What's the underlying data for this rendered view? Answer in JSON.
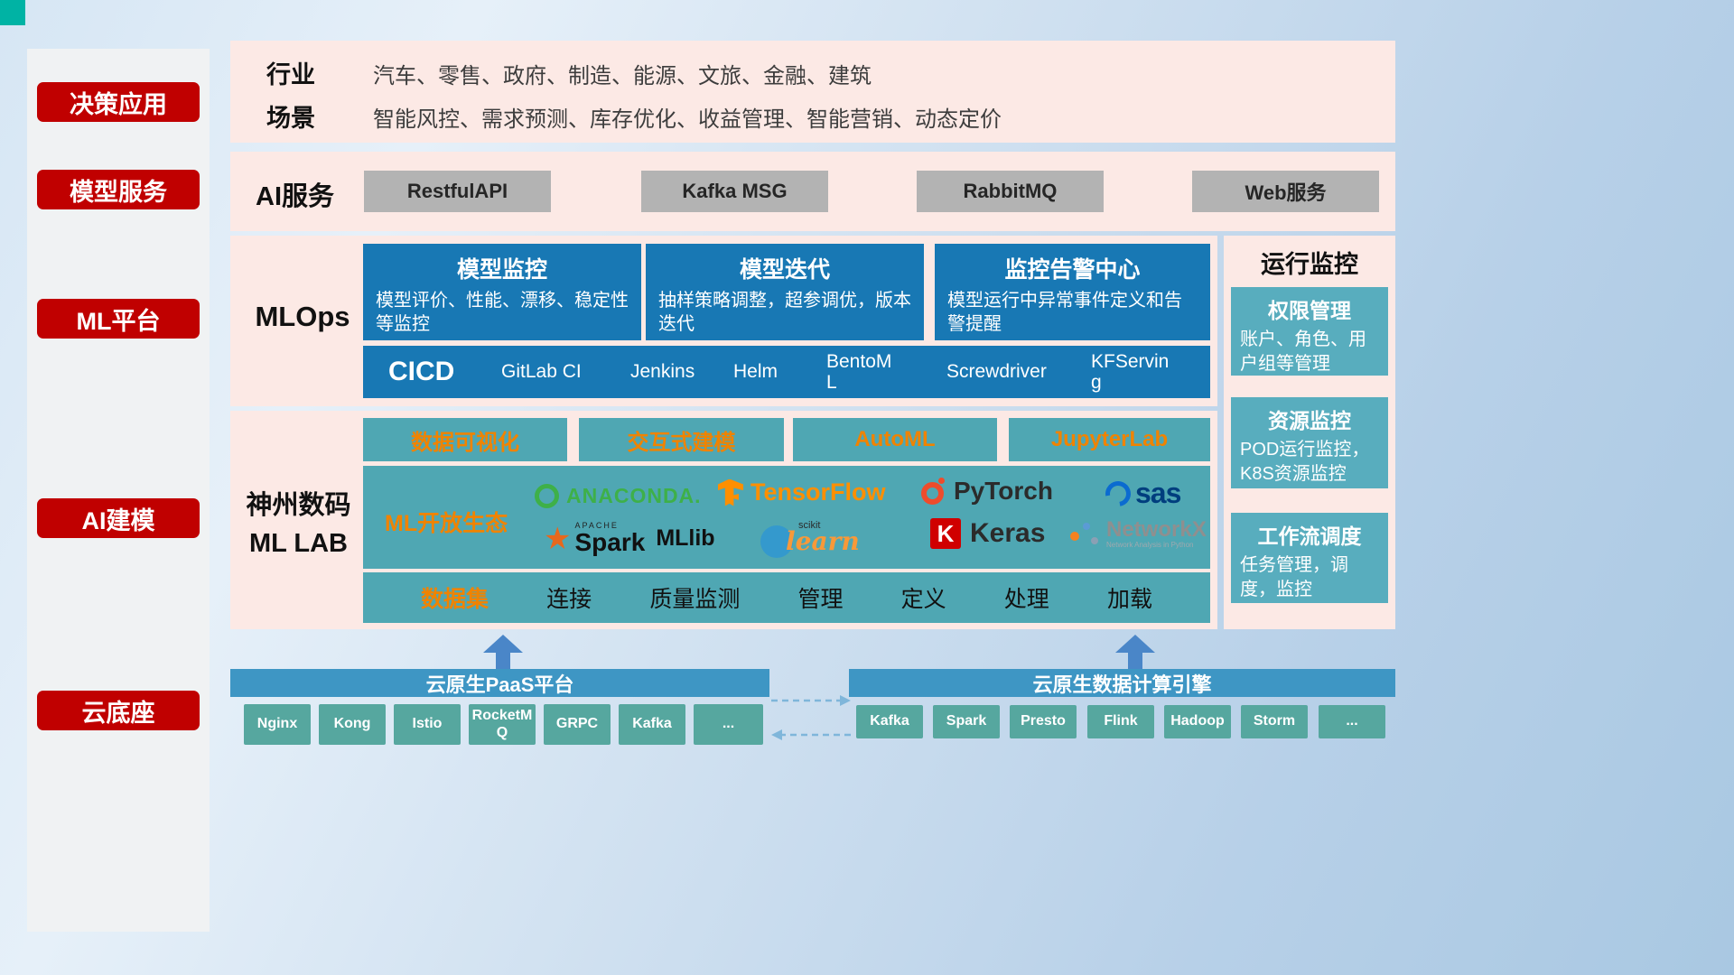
{
  "palette": {
    "red": "#c00000",
    "pink_panel": "#fce9e5",
    "blue": "#1878b4",
    "teal": "#4fa7b3",
    "teal_card": "#58adbe",
    "bar_blue": "#3e96c4",
    "bottom_btn": "#56a79f",
    "orange": "#f08300",
    "gray_btn": "#b3b3b3"
  },
  "sidebar": {
    "items": [
      {
        "label": "决策应用"
      },
      {
        "label": "模型服务"
      },
      {
        "label": "ML平台"
      },
      {
        "label": "AI建模"
      },
      {
        "label": "云底座"
      }
    ]
  },
  "industry": {
    "row1_label": "行业",
    "row1_value": "汽车、零售、政府、制造、能源、文旅、金融、建筑",
    "row2_label": "场景",
    "row2_value": "智能风控、需求预测、库存优化、收益管理、智能营销、动态定价"
  },
  "ai_service": {
    "label": "AI服务",
    "services": [
      "RestfulAPI",
      "Kafka MSG",
      "RabbitMQ",
      "Web服务"
    ]
  },
  "mlops": {
    "label": "MLOps",
    "cards": [
      {
        "title": "模型监控",
        "desc": "模型评价、性能、漂移、稳定性等监控"
      },
      {
        "title": "模型迭代",
        "desc": "抽样策略调整，超参调优，版本迭代"
      },
      {
        "title": "监控告警中心",
        "desc": "模型运行中异常事件定义和告警提醒"
      }
    ],
    "cicd_label": "CICD",
    "cicd_tools": [
      "GitLab CI",
      "Jenkins",
      "Helm",
      "BentoML",
      "Screwdriver",
      "KFServing"
    ]
  },
  "mllab": {
    "label_line1": "神州数码",
    "label_line2": "ML LAB",
    "top_tools": [
      "数据可视化",
      "交互式建模",
      "AutoML",
      "JupyterLab"
    ],
    "ecosystem_label": "ML开放生态",
    "logos": {
      "anaconda": "ANACONDA.",
      "tensorflow": "TensorFlow",
      "pytorch": "PyTorch",
      "sas": "sas",
      "spark_small": "APACHE",
      "spark": "Spark",
      "mllib": "MLlib",
      "sklearn_small": "scikit",
      "sklearn": "learn",
      "keras_letter": "K",
      "keras": "Keras",
      "networkx": "NetworkX",
      "networkx_sub": "Network Analysis in Python"
    },
    "data_row": [
      "数据集",
      "连接",
      "质量监测",
      "管理",
      "定义",
      "处理",
      "加载"
    ]
  },
  "monitoring": {
    "title": "运行监控",
    "cards": [
      {
        "title": "权限管理",
        "desc": "账户、角色、用户组等管理"
      },
      {
        "title": "资源监控",
        "desc": "POD运行监控，K8S资源监控"
      },
      {
        "title": "工作流调度",
        "desc": "任务管理，调度，监控"
      }
    ]
  },
  "cloud": {
    "paas_title": "云原生PaaS平台",
    "paas_items": [
      "Nginx",
      "Kong",
      "Istio",
      "RocketMQ",
      "GRPC",
      "Kafka",
      "..."
    ],
    "engine_title": "云原生数据计算引擎",
    "engine_items": [
      "Kafka",
      "Spark",
      "Presto",
      "Flink",
      "Hadoop",
      "Storm",
      "..."
    ]
  }
}
